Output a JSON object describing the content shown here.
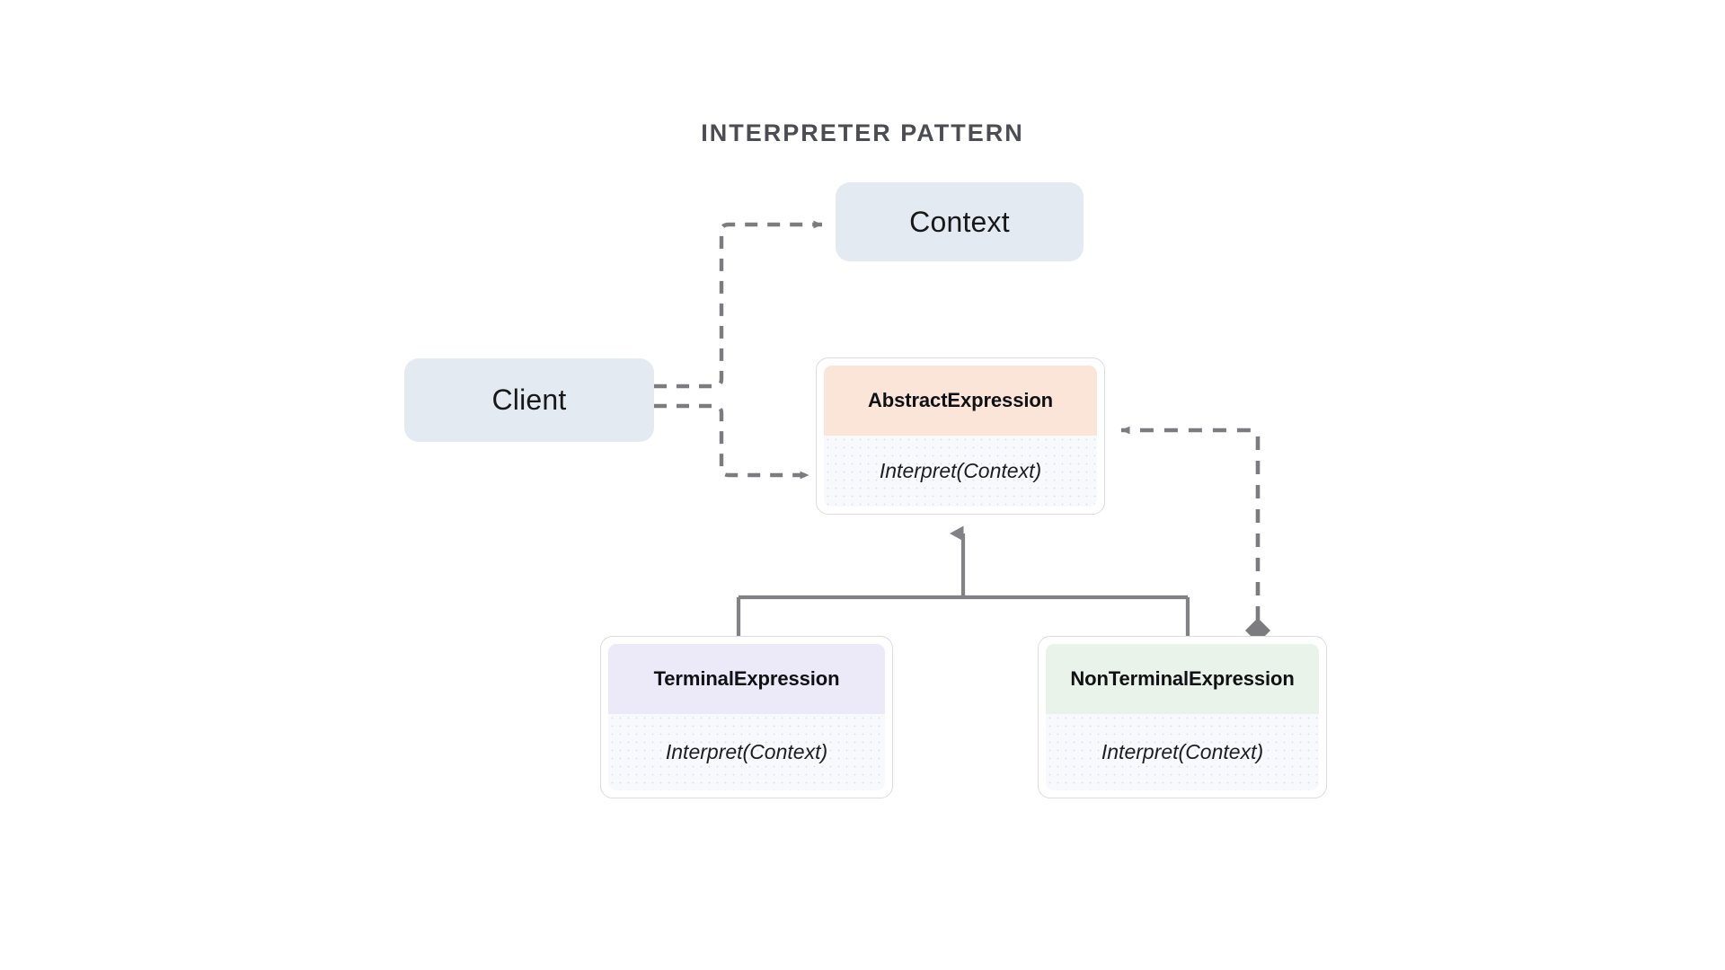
{
  "diagram": {
    "title": "INTERPRETER PATTERN",
    "type": "uml-class-diagram",
    "background": "#ffffff",
    "title_color": "#4c4c54",
    "edge_color": "#7b7b80"
  },
  "nodes": {
    "context": {
      "label": "Context",
      "kind": "simple",
      "fill": "#e4eaf1"
    },
    "client": {
      "label": "Client",
      "kind": "simple",
      "fill": "#e4eaf1"
    },
    "abstract_expression": {
      "name": "AbstractExpression",
      "operation": "Interpret(Context)",
      "kind": "class",
      "header_fill": "#fae5d8",
      "body_fill": "#f8f9fc"
    },
    "terminal_expression": {
      "name": "TerminalExpression",
      "operation": "Interpret(Context)",
      "kind": "class",
      "header_fill": "#eceaf9",
      "body_fill": "#f8f9fc"
    },
    "nonterminal_expression": {
      "name": "NonTerminalExpression",
      "operation": "Interpret(Context)",
      "kind": "class",
      "header_fill": "#eaf3e9",
      "body_fill": "#f8f9fc"
    }
  },
  "edges": [
    {
      "id": "client-to-context",
      "from": "client",
      "to": "context",
      "style": "dashed",
      "arrow": "open-arrow",
      "label": ""
    },
    {
      "id": "client-to-abstract-expression",
      "from": "client",
      "to": "abstract_expression",
      "style": "dashed",
      "arrow": "open-arrow",
      "label": ""
    },
    {
      "id": "terminal-inherits-abstract",
      "from": "terminal_expression",
      "to": "abstract_expression",
      "style": "solid",
      "arrow": "generalization",
      "label": ""
    },
    {
      "id": "nonterminal-inherits-abstract",
      "from": "nonterminal_expression",
      "to": "abstract_expression",
      "style": "solid",
      "arrow": "generalization",
      "label": ""
    },
    {
      "id": "nonterminal-aggregates-abstract",
      "from": "nonterminal_expression",
      "to": "abstract_expression",
      "style": "dashed",
      "arrow": "aggregation-diamond",
      "label": ""
    }
  ]
}
